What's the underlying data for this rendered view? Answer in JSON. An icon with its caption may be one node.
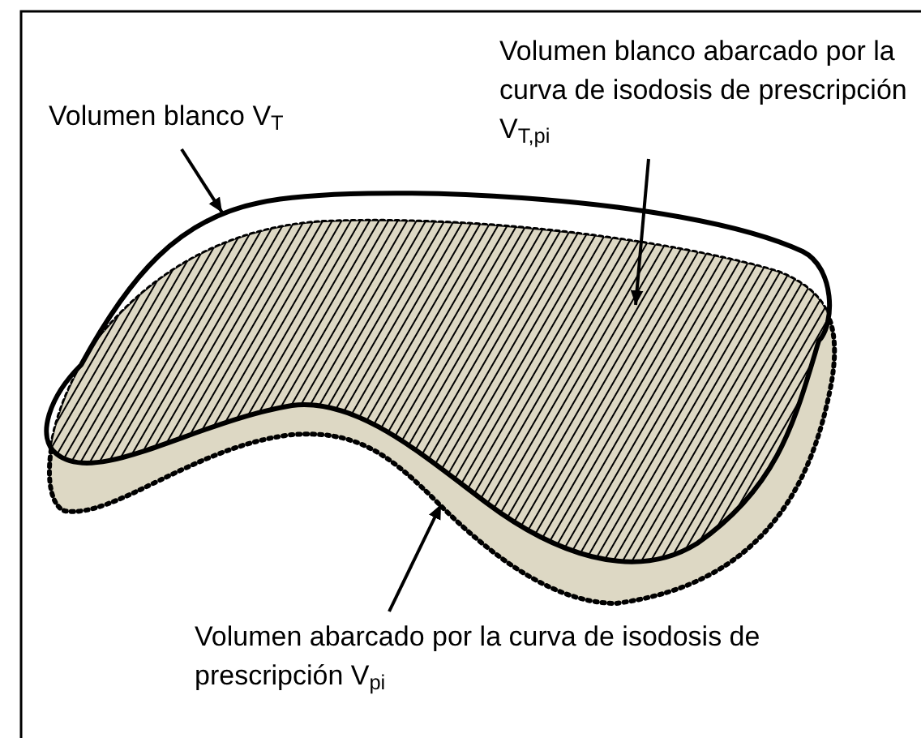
{
  "diagram": {
    "nodes": [
      {
        "text": [
          "Volumen blanco V$_{T}$"
        ]
      },
      {
        "text": [
          "Volumen blanco abarcado por la curva de isodosis de prescripción V$_{T,pi}$"
        ]
      },
      {
        "text": [],
        "shape": "blob"
      },
      {
        "text": [],
        "shape": "blob"
      },
      {
        "text": [],
        "shape": "blob"
      },
      {
        "text": [
          "Volumen abarcado por la curva de isodosis de prescripción V$_{pi}$"
        ]
      }
    ],
    "edges": [
      {
        "from": 0,
        "to": 2,
        "arrow": "to"
      },
      {
        "from": 1,
        "to": 3,
        "arrow": "to"
      },
      {
        "from": 5,
        "to": 4,
        "arrow": "to"
      }
    ]
  }
}
